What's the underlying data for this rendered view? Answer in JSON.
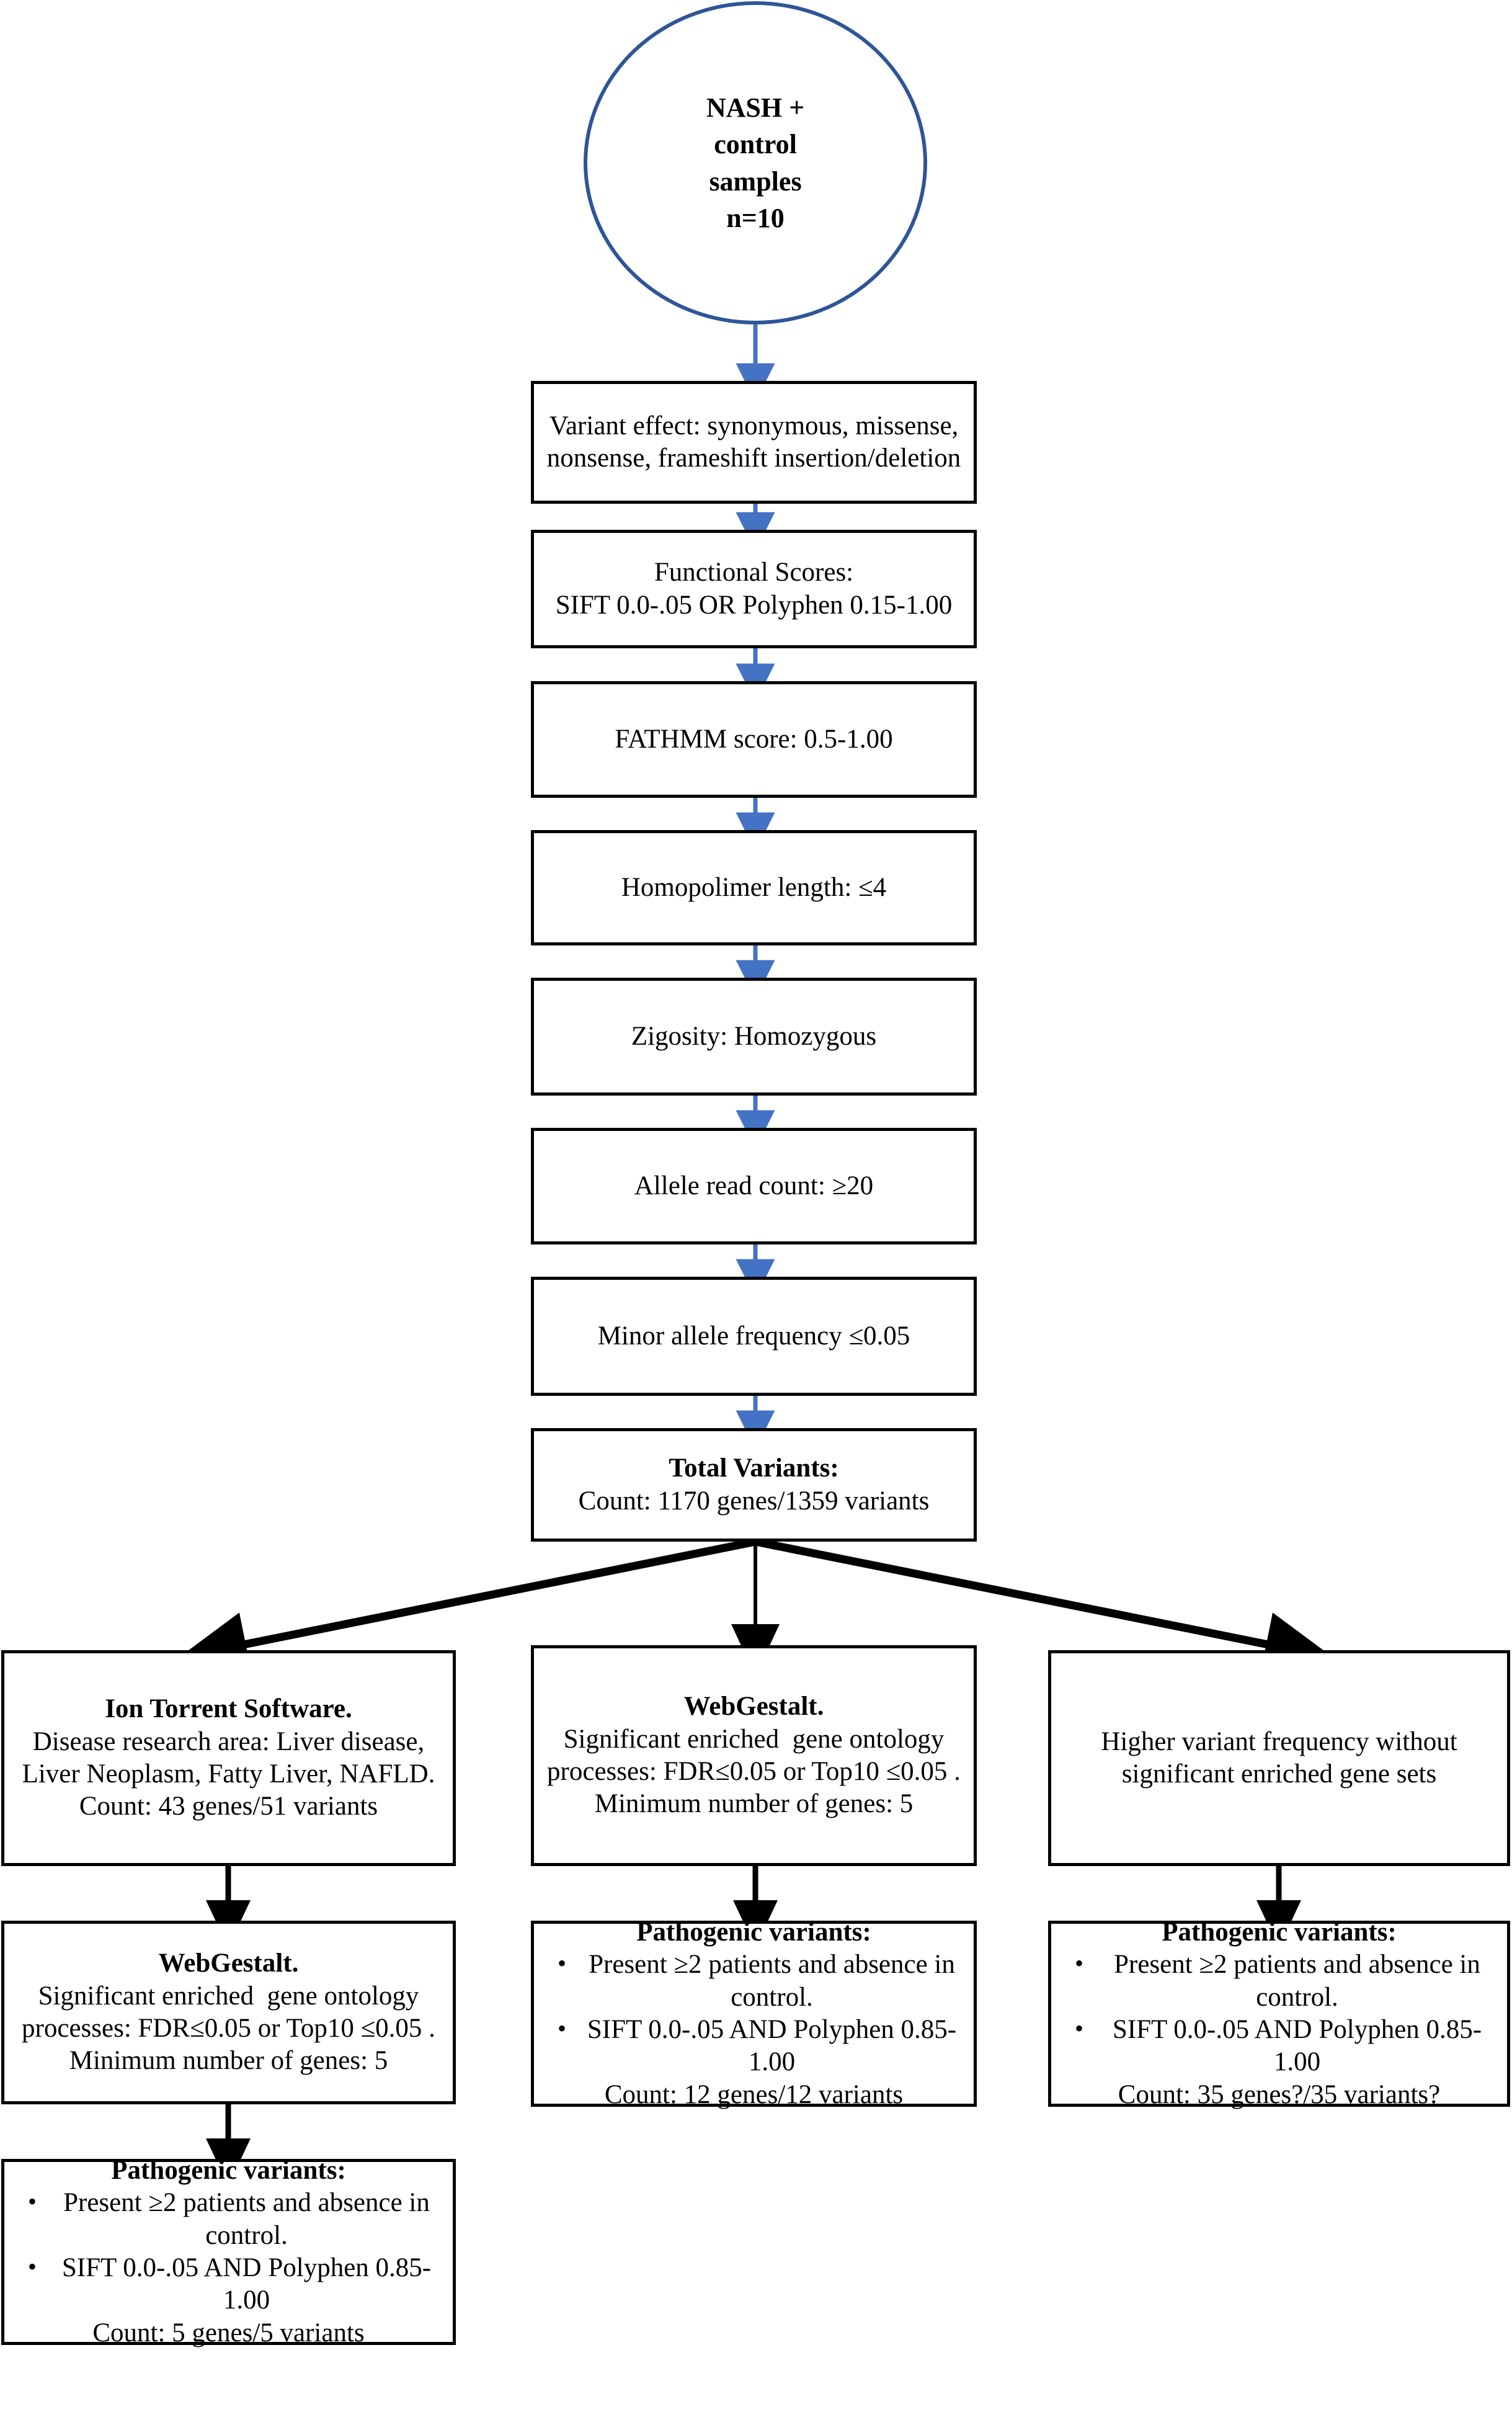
{
  "colors": {
    "circle_stroke": "#2E5598",
    "box_stroke": "#000000",
    "blue_arrow": "#4472C4",
    "black_arrow": "#000000",
    "background": "#FFFFFF",
    "text": "#000000"
  },
  "nodes": {
    "samples": {
      "shape": "circle",
      "lines": [
        "NASH +",
        "control",
        "samples",
        "n=10"
      ]
    },
    "variant_effect": {
      "shape": "box",
      "lines": [
        "Variant effect: synonymous, missense, nonsense, frameshift insertion/deletion"
      ]
    },
    "functional_scores": {
      "shape": "box",
      "title": "Functional Scores:",
      "lines": [
        "SIFT 0.0-.05 OR Polyphen 0.15-1.00"
      ]
    },
    "fathmm": {
      "shape": "box",
      "lines": [
        "FATHMM score: 0.5-1.00"
      ]
    },
    "homopolimer": {
      "shape": "box",
      "lines": [
        "Homopolimer length: ≤4"
      ]
    },
    "zigosity": {
      "shape": "box",
      "lines": [
        "Zigosity: Homozygous"
      ]
    },
    "allele_read_count": {
      "shape": "box",
      "lines": [
        "Allele read count: ≥20"
      ]
    },
    "minor_allele_frequency": {
      "shape": "box",
      "lines": [
        "Minor allele frequency ≤0.05"
      ]
    },
    "total_variants": {
      "shape": "box",
      "title": "Total Variants:",
      "lines": [
        "Count: 1170 genes/1359 variants"
      ]
    },
    "ion_torrent": {
      "shape": "box",
      "title": "Ion Torrent Software.",
      "lines": [
        "Disease research area: Liver disease, Liver Neoplasm, Fatty Liver, NAFLD.",
        "Count: 43 genes/51 variants"
      ]
    },
    "webgestalt_middle": {
      "shape": "box",
      "title": "WebGestalt.",
      "lines": [
        "Significant enriched  gene ontology processes: FDR≤0.05 or Top10 ≤0.05 .",
        "Minimum number of genes: 5"
      ]
    },
    "higher_variant_frequency": {
      "shape": "box",
      "lines": [
        "Higher variant frequency without significant enriched gene sets"
      ]
    },
    "webgestalt_left": {
      "shape": "box",
      "title": "WebGestalt.",
      "lines": [
        "Significant enriched  gene ontology processes: FDR≤0.05 or Top10 ≤0.05 .",
        "Minimum number of genes: 5"
      ]
    },
    "pathogenic_middle": {
      "shape": "box",
      "title": "Pathogenic variants:",
      "bullets": [
        "Present ≥2 patients and absence in control.",
        "SIFT 0.0-.05 AND Polyphen 0.85-1.00"
      ],
      "footer": "Count: 12 genes/12 variants"
    },
    "pathogenic_right": {
      "shape": "box",
      "title": "Pathogenic variants:",
      "bullets": [
        "Present ≥2 patients and absence in control.",
        "SIFT 0.0-.05 AND Polyphen 0.85-1.00"
      ],
      "footer": "Count: 35 genes?/35 variants?"
    },
    "pathogenic_left": {
      "shape": "box",
      "title": "Pathogenic variants:",
      "bullets": [
        "Present ≥2 patients and absence in control.",
        "SIFT 0.0-.05 AND Polyphen 0.85-1.00"
      ],
      "footer": "Count: 5 genes/5 variants"
    }
  },
  "edges": [
    {
      "from": "samples",
      "to": "variant_effect",
      "style": "blue-arrow"
    },
    {
      "from": "variant_effect",
      "to": "functional_scores",
      "style": "blue-arrow"
    },
    {
      "from": "functional_scores",
      "to": "fathmm",
      "style": "blue-arrow"
    },
    {
      "from": "fathmm",
      "to": "homopolimer",
      "style": "blue-arrow"
    },
    {
      "from": "homopolimer",
      "to": "zigosity",
      "style": "blue-arrow"
    },
    {
      "from": "zigosity",
      "to": "allele_read_count",
      "style": "blue-arrow"
    },
    {
      "from": "allele_read_count",
      "to": "minor_allele_frequency",
      "style": "blue-arrow"
    },
    {
      "from": "minor_allele_frequency",
      "to": "total_variants",
      "style": "blue-arrow"
    },
    {
      "from": "total_variants",
      "to": "ion_torrent",
      "style": "black-arrow-diagonal-left"
    },
    {
      "from": "total_variants",
      "to": "webgestalt_middle",
      "style": "black-arrow-vertical"
    },
    {
      "from": "total_variants",
      "to": "higher_variant_frequency",
      "style": "black-arrow-diagonal-right"
    },
    {
      "from": "ion_torrent",
      "to": "webgestalt_left",
      "style": "black-arrow"
    },
    {
      "from": "webgestalt_middle",
      "to": "pathogenic_middle",
      "style": "black-arrow"
    },
    {
      "from": "higher_variant_frequency",
      "to": "pathogenic_right",
      "style": "black-arrow"
    },
    {
      "from": "webgestalt_left",
      "to": "pathogenic_left",
      "style": "black-arrow"
    }
  ]
}
